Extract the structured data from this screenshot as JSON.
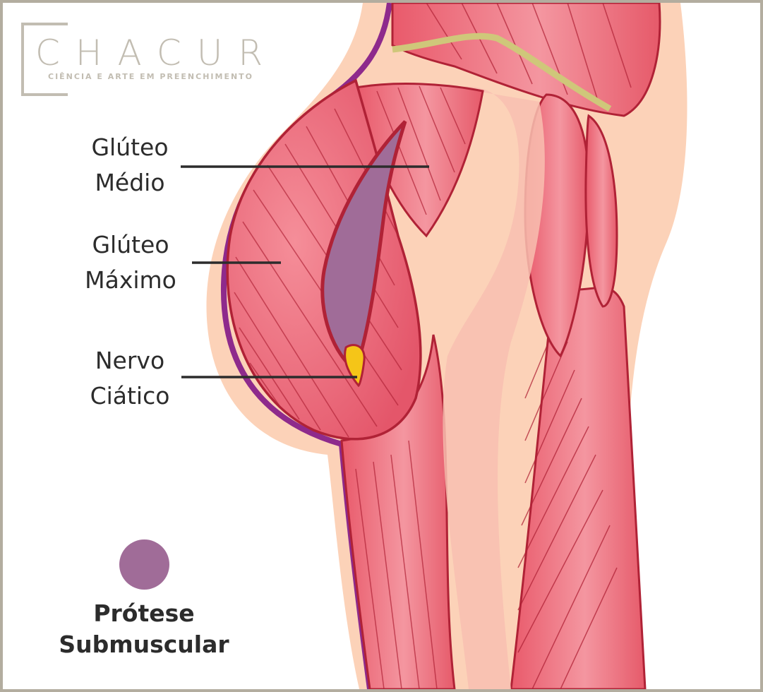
{
  "logo": {
    "wordmark": "CHACUR",
    "tagline": "CIÊNCIA E ARTE EM PREENCHIMENTO"
  },
  "labels": {
    "gluteo_medio": {
      "line1": "Glúteo",
      "line2": "Médio"
    },
    "gluteo_maximo": {
      "line1": "Glúteo",
      "line2": "Máximo"
    },
    "nervo_ciatico": {
      "line1": "Nervo",
      "line2": "Ciático"
    }
  },
  "legend": {
    "line1": "Prótese",
    "line2": "Submuscular",
    "color": "#a06c98"
  },
  "colors": {
    "skin": "#fcd2b8",
    "muscle": "#ea6272",
    "muscle_light": "#f59aa3",
    "outline": "#b02236",
    "implant": "#a06c98",
    "nerve": "#f5c518",
    "band": "#cfc77a",
    "edge_purple": "#8e2a8c",
    "frame": "#b3ad9f"
  }
}
